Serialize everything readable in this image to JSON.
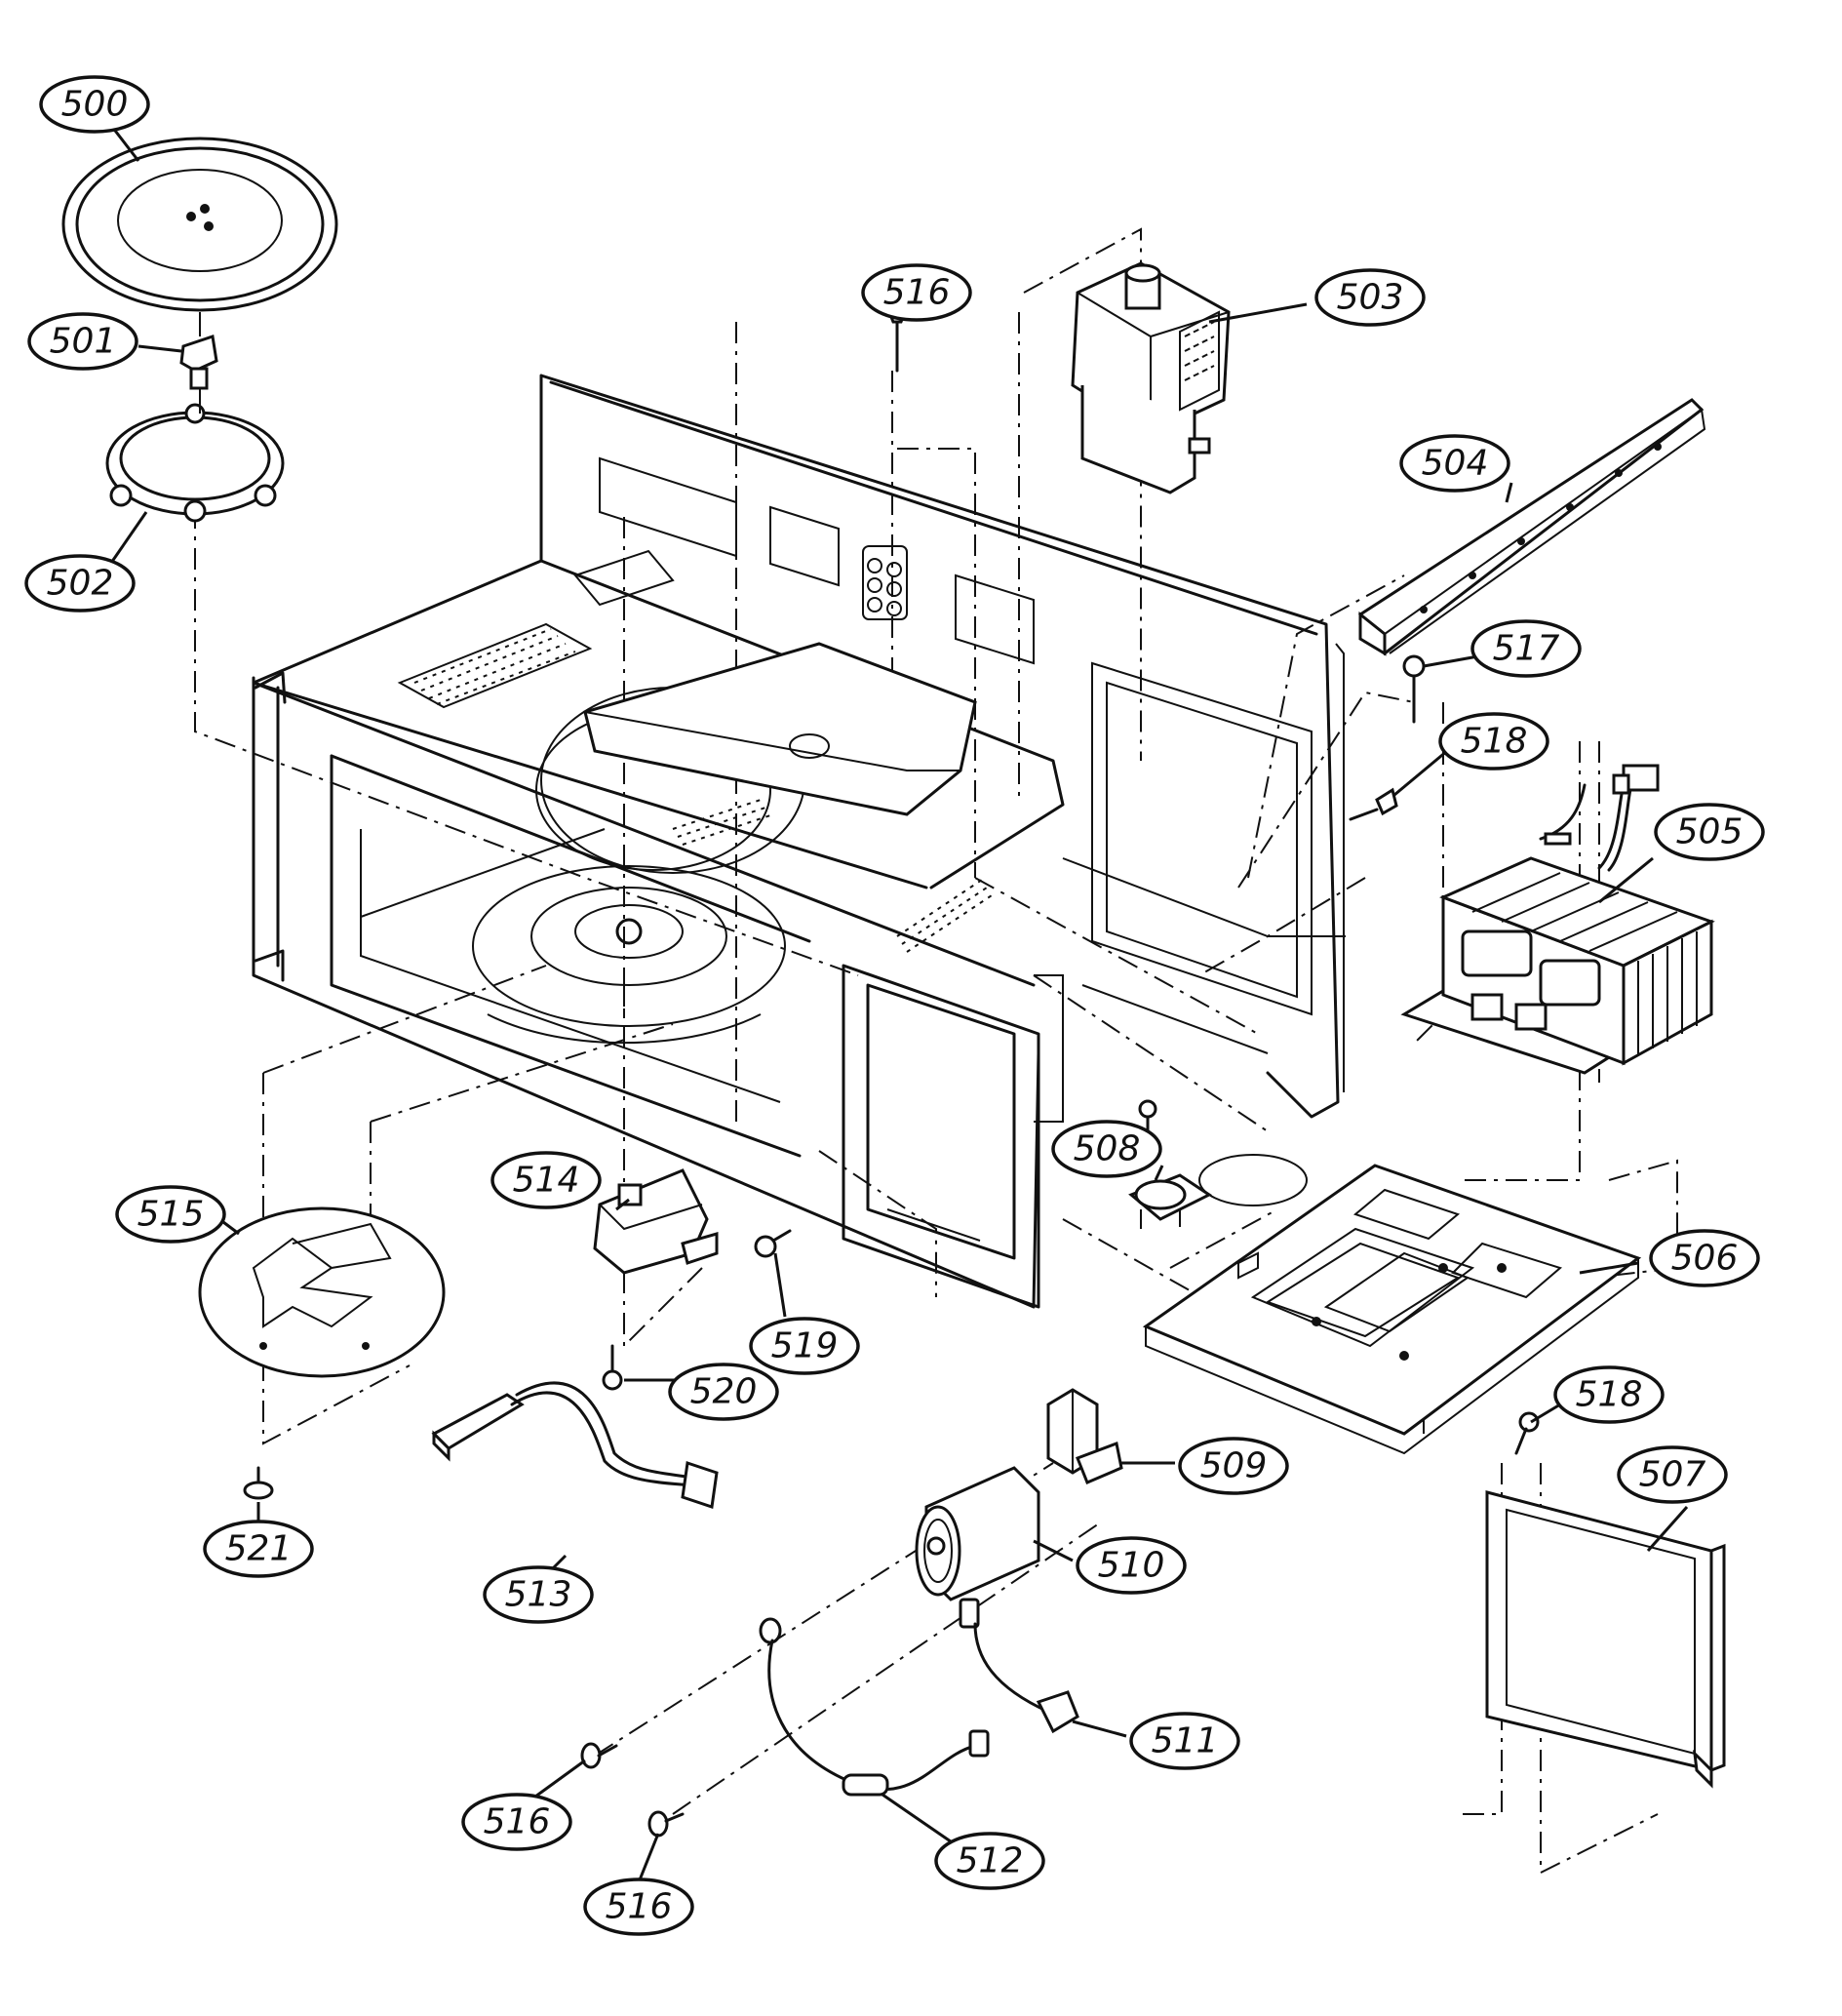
{
  "callouts": [
    {
      "id": "c500",
      "label": "500"
    },
    {
      "id": "c501",
      "label": "501"
    },
    {
      "id": "c502",
      "label": "502"
    },
    {
      "id": "c503",
      "label": "503"
    },
    {
      "id": "c504",
      "label": "504"
    },
    {
      "id": "c505",
      "label": "505"
    },
    {
      "id": "c506",
      "label": "506"
    },
    {
      "id": "c507",
      "label": "507"
    },
    {
      "id": "c508",
      "label": "508"
    },
    {
      "id": "c509",
      "label": "509"
    },
    {
      "id": "c510",
      "label": "510"
    },
    {
      "id": "c511",
      "label": "511"
    },
    {
      "id": "c512",
      "label": "512"
    },
    {
      "id": "c513",
      "label": "513"
    },
    {
      "id": "c514",
      "label": "514"
    },
    {
      "id": "c515",
      "label": "515"
    },
    {
      "id": "c516a",
      "label": "516"
    },
    {
      "id": "c516b",
      "label": "516"
    },
    {
      "id": "c516c",
      "label": "516"
    },
    {
      "id": "c517",
      "label": "517"
    },
    {
      "id": "c518a",
      "label": "518"
    },
    {
      "id": "c518b",
      "label": "518"
    },
    {
      "id": "c519",
      "label": "519"
    },
    {
      "id": "c520",
      "label": "520"
    },
    {
      "id": "c521",
      "label": "521"
    }
  ]
}
